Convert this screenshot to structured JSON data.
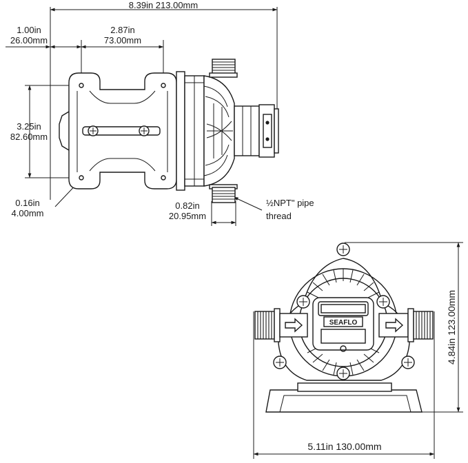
{
  "top_view": {
    "overall_length": "8.39in 213.00mm",
    "mount_offset_in": "1.00in",
    "mount_offset_mm": "26.00mm",
    "mount_spacing_in": "2.87in",
    "mount_spacing_mm": "73.00mm",
    "mount_width_in": "3.25in",
    "mount_width_mm": "82.60mm",
    "hole_diameter_in": "0.16in",
    "hole_diameter_mm": "4.00mm",
    "port_length_in": "0.82in",
    "port_length_mm": "20.95mm",
    "thread_label_line1": "½NPT\" pipe",
    "thread_label_line2": "thread"
  },
  "front_view": {
    "height": "4.84in  123.00mm",
    "width": "5.11in  130.00mm",
    "brand": "SEAFLO"
  }
}
